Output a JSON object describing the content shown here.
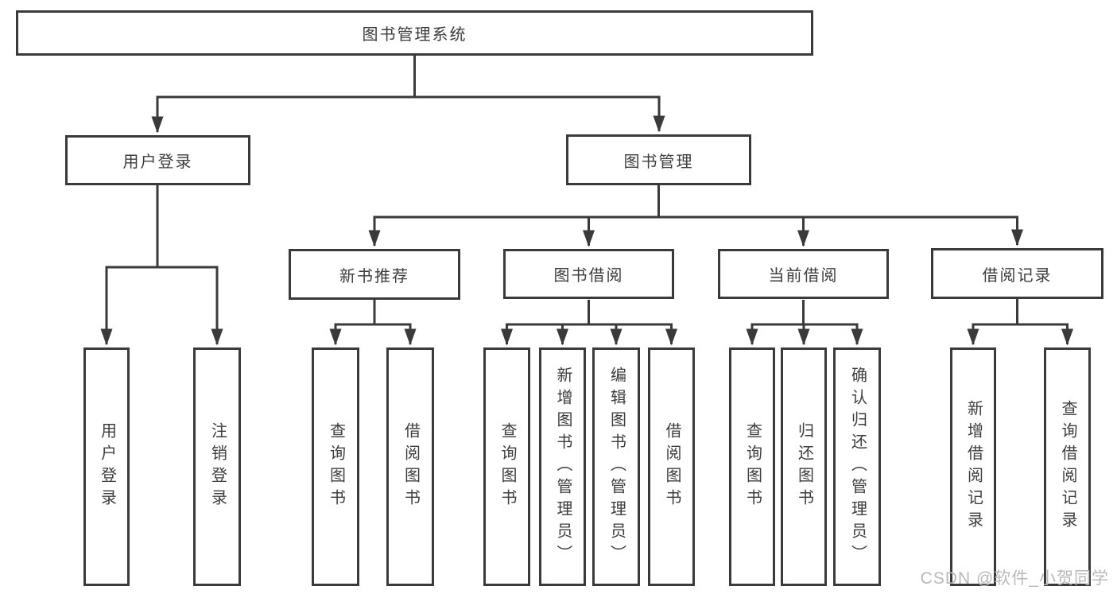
{
  "diagram": {
    "root": {
      "label": "图书管理系统"
    },
    "branches": [
      {
        "label": "用户登录",
        "children": [
          {
            "label": "用户登录"
          },
          {
            "label": "注销登录"
          }
        ]
      },
      {
        "label": "图书管理",
        "children": [
          {
            "label": "新书推荐",
            "children": [
              {
                "label": "查询图书"
              },
              {
                "label": "借阅图书"
              }
            ]
          },
          {
            "label": "图书借阅",
            "children": [
              {
                "label": "查询图书"
              },
              {
                "label": "新增图书（管理员）"
              },
              {
                "label": "编辑图书（管理员）"
              },
              {
                "label": "借阅图书"
              }
            ]
          },
          {
            "label": "当前借阅",
            "children": [
              {
                "label": "查询图书"
              },
              {
                "label": "归还图书"
              },
              {
                "label": "确认归还（管理员）"
              }
            ]
          },
          {
            "label": "借阅记录",
            "children": [
              {
                "label": "新增借阅记录"
              },
              {
                "label": "查询借阅记录"
              }
            ]
          }
        ]
      }
    ]
  },
  "watermark": {
    "text": "CSDN @软件_小贺同学"
  },
  "colors": {
    "line": "#3a3a3a",
    "text": "#3d3d3d",
    "watermark": "#b9b9b9",
    "background": "#ffffff"
  }
}
